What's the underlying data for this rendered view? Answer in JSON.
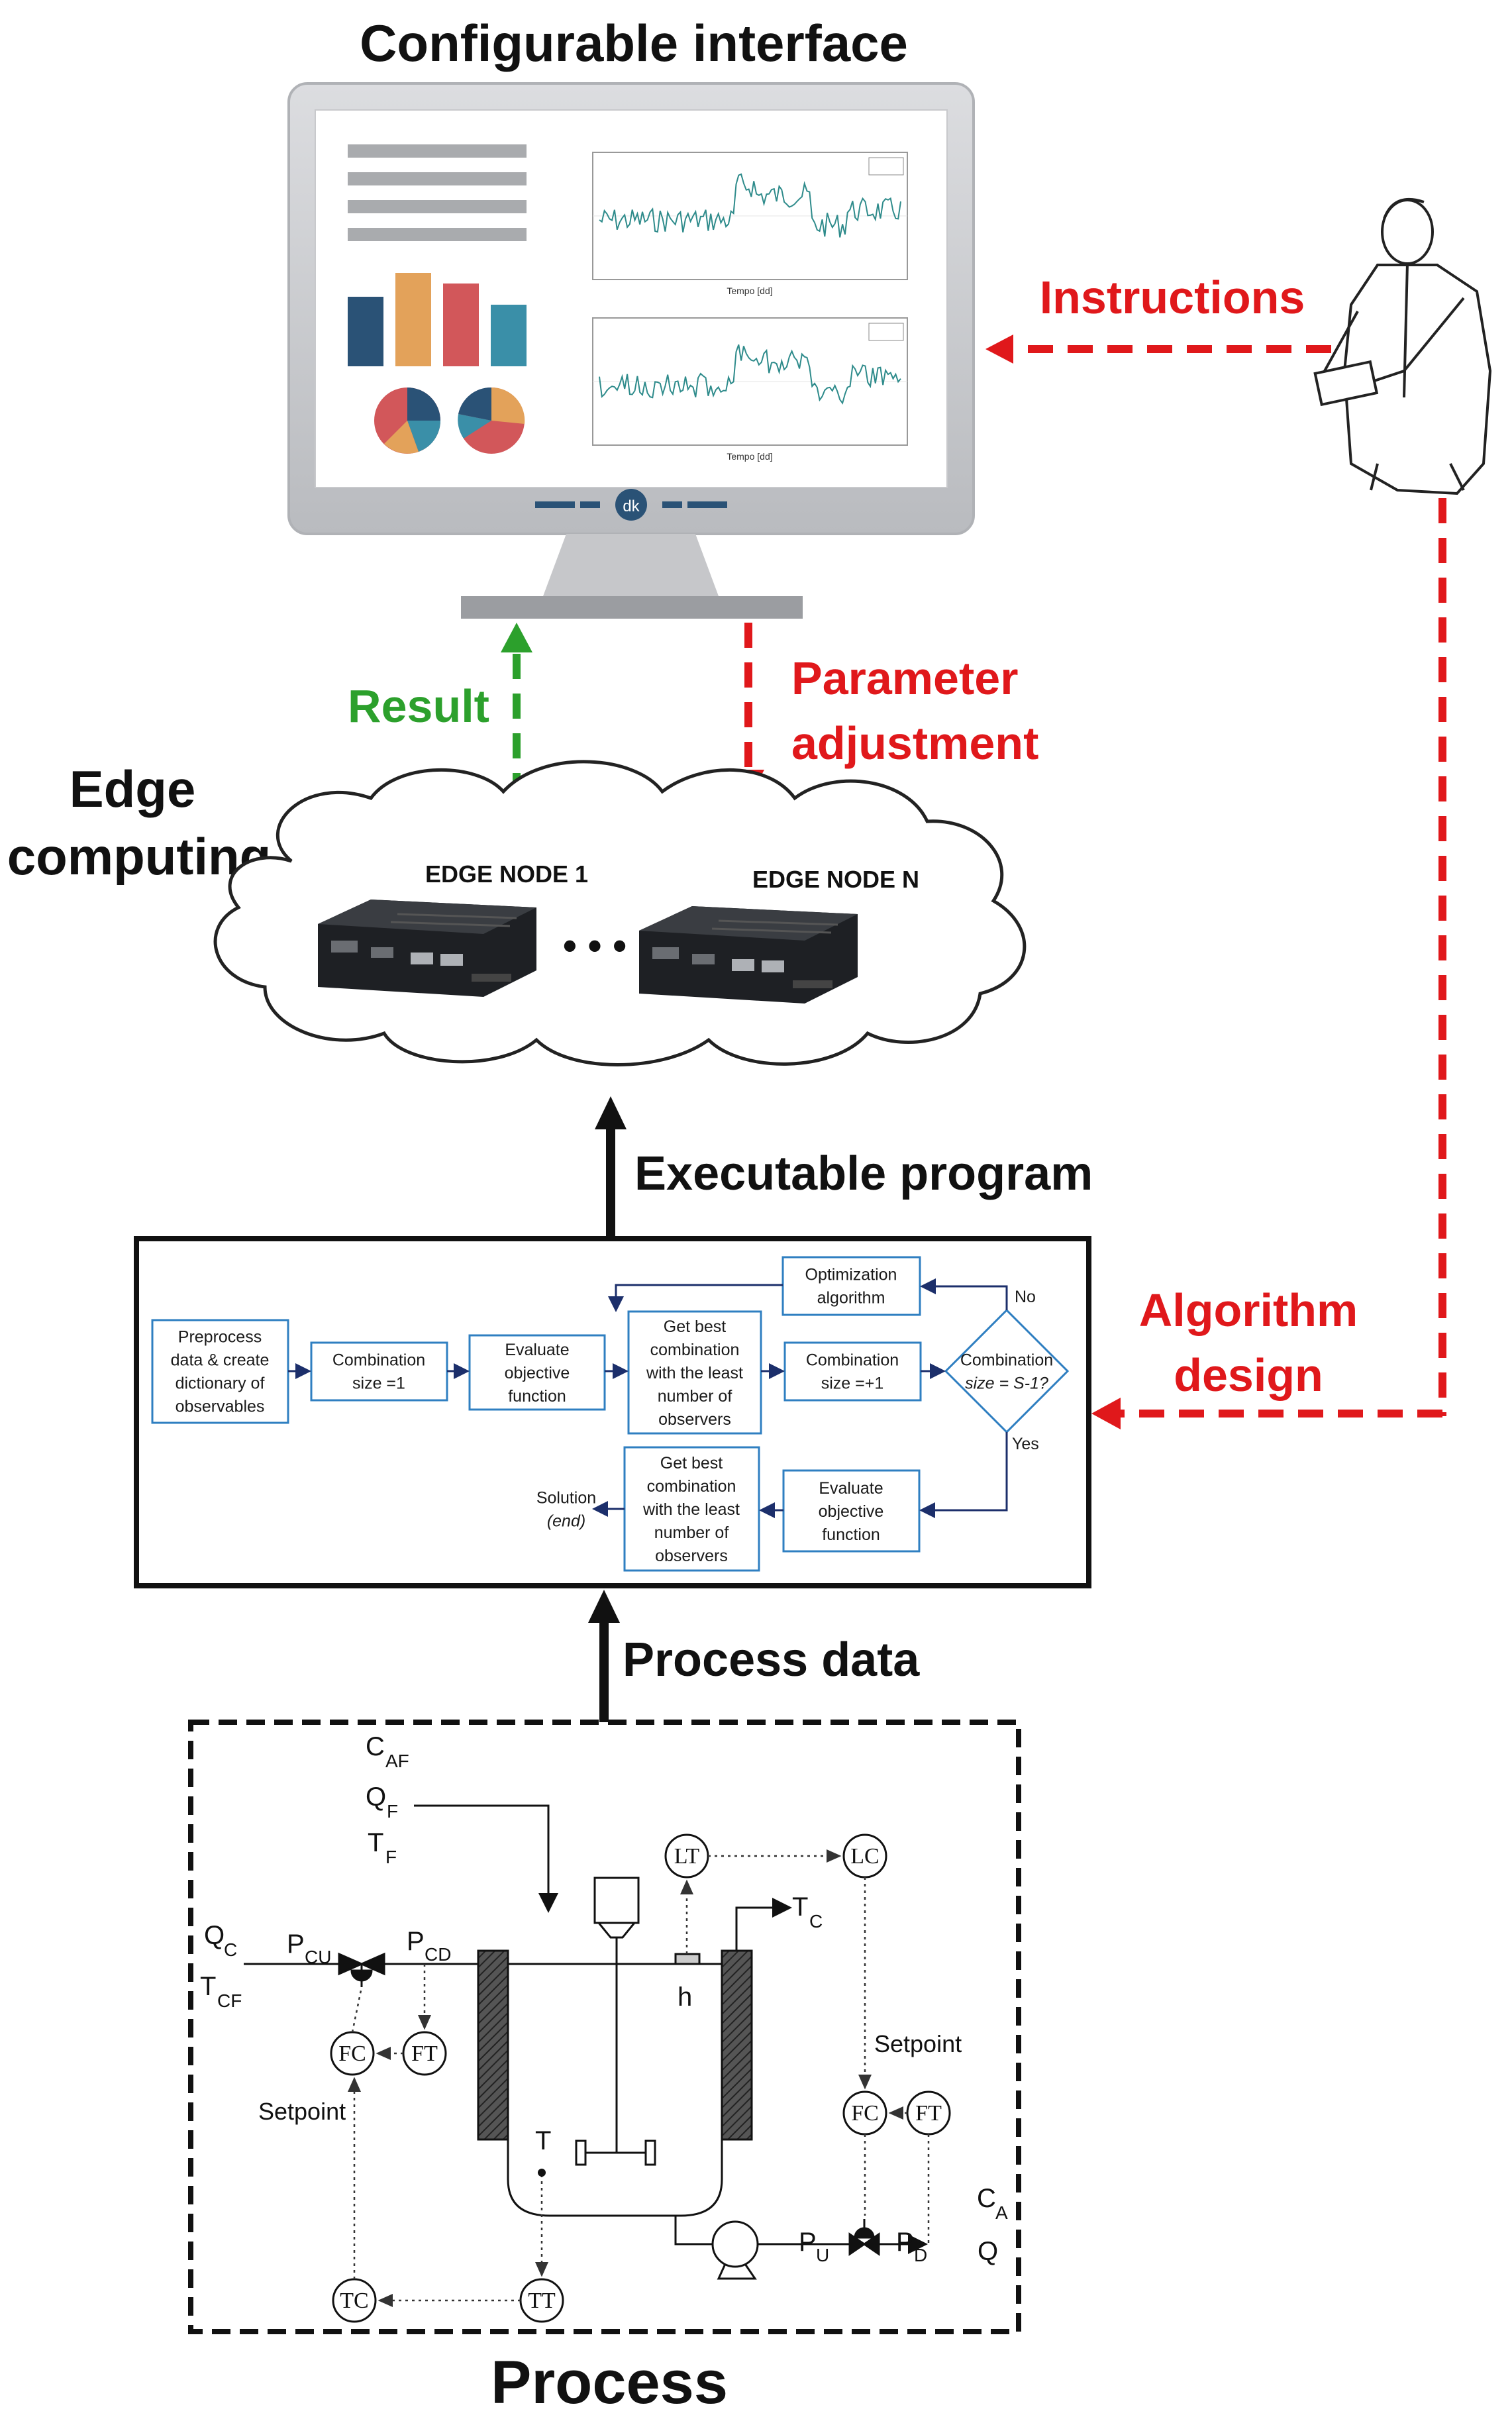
{
  "headings": {
    "configurable_interface": "Configurable interface",
    "instructions": "Instructions",
    "result": "Result",
    "parameter_adjustment_1": "Parameter",
    "parameter_adjustment_2": "adjustment",
    "edge_computing_1": "Edge",
    "edge_computing_2": "computing",
    "executable_program": "Executable program",
    "algorithm_design_1": "Algorithm",
    "algorithm_design_2": "design",
    "process_data": "Process data",
    "process": "Process"
  },
  "monitor": {
    "logo": "dk",
    "chart_xlabel": "Tempo [dd]"
  },
  "edge_nodes": {
    "node1": "EDGE NODE 1",
    "nodeN": "EDGE NODE N",
    "ellipsis": "• • •"
  },
  "flowchart": {
    "preprocess": [
      "Preprocess",
      "data & create",
      "dictionary of",
      "observables"
    ],
    "combination_size_1": [
      "Combination",
      "size =1"
    ],
    "evaluate_1": [
      "Evaluate",
      "objective",
      "function"
    ],
    "get_best_1": [
      "Get best",
      "combination",
      "with the least",
      "number of",
      "observers"
    ],
    "optimization": [
      "Optimization",
      "algorithm"
    ],
    "combination_plus": [
      "Combination",
      "size =+1"
    ],
    "decision": [
      "Combination",
      "size = S-1?"
    ],
    "no": "No",
    "yes": "Yes",
    "evaluate_2": [
      "Evaluate",
      "objective",
      "function"
    ],
    "get_best_2": [
      "Get best",
      "combination",
      "with the least",
      "number of",
      "observers"
    ],
    "solution": [
      "Solution",
      "(end)"
    ]
  },
  "process_diagram": {
    "CAF": "C",
    "CAF_sub": "AF",
    "QF": "Q",
    "QF_sub": "F",
    "TF": "T",
    "TF_sub": "F",
    "QC": "Q",
    "QC_sub": "C",
    "TCF": "T",
    "TCF_sub": "CF",
    "PCU": "P",
    "PCU_sub": "CU",
    "PCD": "P",
    "PCD_sub": "CD",
    "TC_out": "T",
    "TC_out_sub": "C",
    "h": "h",
    "T": "T",
    "LT": "LT",
    "LC": "LC",
    "FC_left": "FC",
    "FT_left": "FT",
    "FC_right": "FC",
    "FT_right": "FT",
    "TC": "TC",
    "TT": "TT",
    "setpoint_left": "Setpoint",
    "setpoint_right": "Setpoint",
    "PU": "P",
    "PU_sub": "U",
    "PD": "P",
    "PD_sub": "D",
    "CA": "C",
    "CA_sub": "A",
    "Q": "Q"
  },
  "colors": {
    "red": "#e0181b",
    "green": "#2ca02c",
    "flow_blue": "#2f7fc1",
    "arrow_navy": "#1c2f6b",
    "bar_blue": "#2a5276",
    "bar_orange": "#e3a25a",
    "bar_red": "#d2575a",
    "bar_teal": "#3a8fa8"
  }
}
